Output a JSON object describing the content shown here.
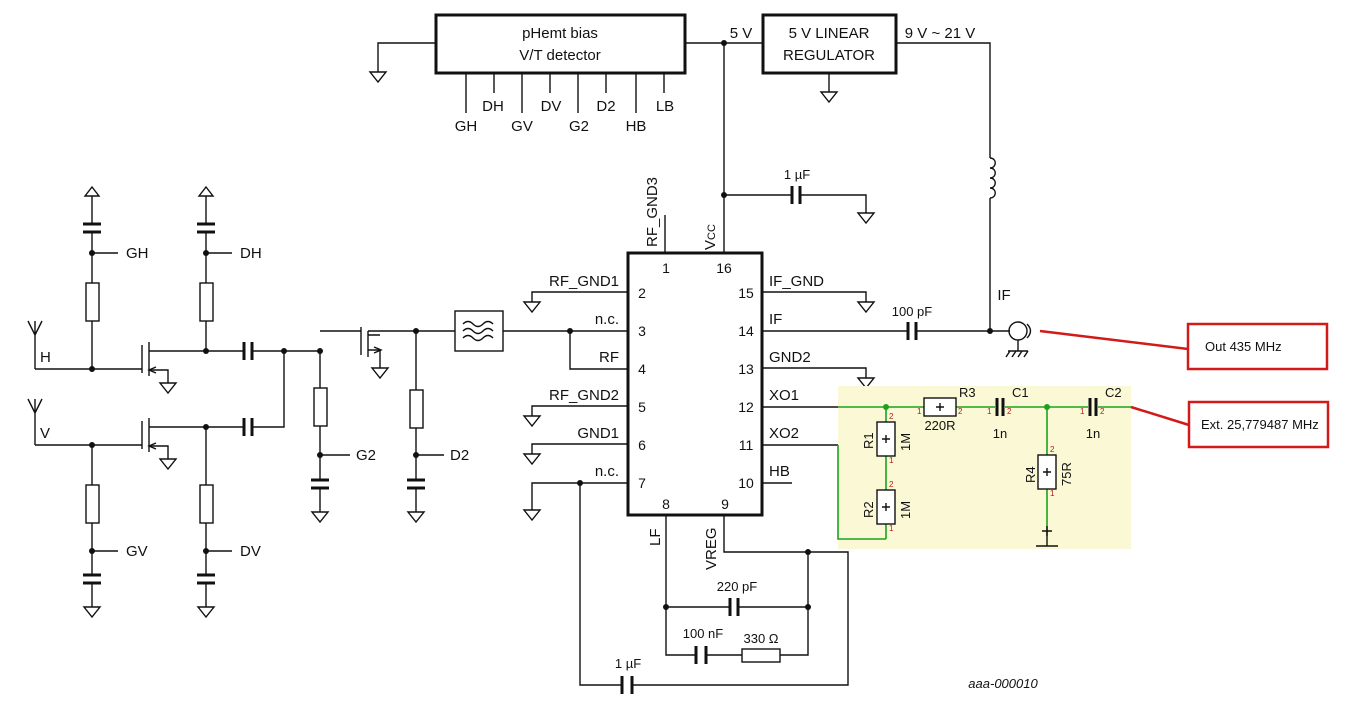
{
  "figure_id": "aaa-000010",
  "bias_block": {
    "line1": "pHemt bias",
    "line2": "V/T detector",
    "outputs": [
      "GH",
      "DH",
      "GV",
      "DV",
      "G2",
      "D2",
      "HB",
      "LB"
    ]
  },
  "regulator": {
    "line1": "5 V LINEAR",
    "line2": "REGULATOR",
    "in_label": "9 V ~ 21 V",
    "out_label": "5 V"
  },
  "ic": {
    "top_labels": {
      "rf_gnd3": "RF_GND3",
      "vcc_main": "V",
      "vcc_sub": "CC",
      "lf": "LF",
      "vreg": "VREG"
    },
    "left_pins": [
      {
        "num": "2",
        "name": "RF_GND1"
      },
      {
        "num": "3",
        "name": "n.c."
      },
      {
        "num": "4",
        "name": "RF"
      },
      {
        "num": "5",
        "name": "RF_GND2"
      },
      {
        "num": "6",
        "name": "GND1"
      },
      {
        "num": "7",
        "name": "n.c."
      }
    ],
    "right_pins": [
      {
        "num": "15",
        "name": "IF_GND"
      },
      {
        "num": "14",
        "name": "IF"
      },
      {
        "num": "13",
        "name": "GND2"
      },
      {
        "num": "12",
        "name": "XO1"
      },
      {
        "num": "11",
        "name": "XO2"
      },
      {
        "num": "10",
        "name": "HB"
      }
    ],
    "top_pins": [
      "1",
      "16"
    ],
    "bottom_pins": [
      "8",
      "9"
    ]
  },
  "values": {
    "c_vcc": "1 µF",
    "c_if": "100 pF",
    "c_lf": "220 pF",
    "c_lf2": "100 nF",
    "r_lf": "330 Ω",
    "c_bottom": "1 µF"
  },
  "if_label": "IF",
  "lna": {
    "inputs": [
      "H",
      "V"
    ],
    "bias_labels": [
      "GH",
      "DH",
      "GV",
      "DV",
      "G2",
      "D2"
    ]
  },
  "crystal_network": {
    "r1": {
      "ref": "R1",
      "val": "1M"
    },
    "r2": {
      "ref": "R2",
      "val": "1M"
    },
    "r3": {
      "ref": "R3",
      "val": "220R"
    },
    "r4": {
      "ref": "R4",
      "val": "75R"
    },
    "c1": {
      "ref": "C1",
      "val": "1n"
    },
    "c2": {
      "ref": "C2",
      "val": "1n"
    },
    "pin1": "1",
    "pin2": "2"
  },
  "callouts": {
    "out": "Out 435 MHz",
    "ext": "Ext. 25,779487  MHz"
  },
  "colors": {
    "wire": "#111111",
    "pcb_trace": "#1aa31a",
    "pcb_bg": "#fbf8d6",
    "callout": "#d21a1a"
  }
}
